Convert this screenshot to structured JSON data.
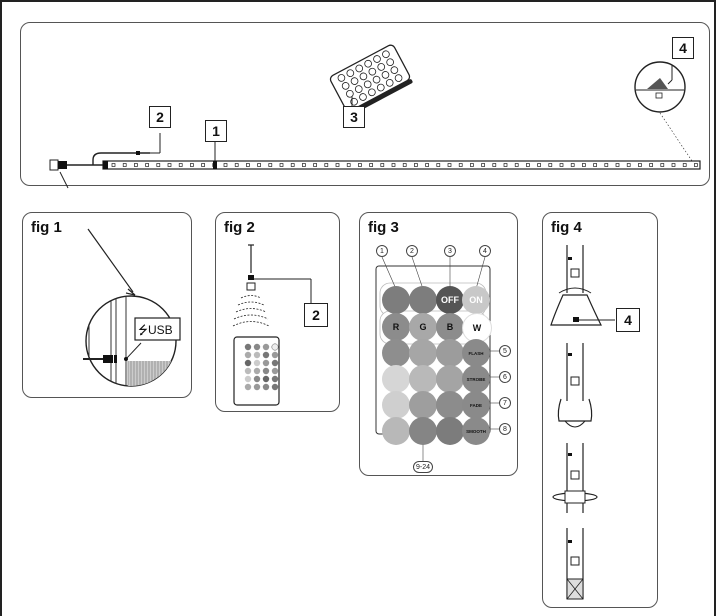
{
  "overview": {
    "callouts": [
      "1",
      "2",
      "3",
      "4"
    ]
  },
  "fig1": {
    "title": "fig 1",
    "usb_label": "USB"
  },
  "fig2": {
    "title": "fig 2",
    "callout": "2"
  },
  "fig3": {
    "title": "fig 3",
    "top_numbers": [
      "1",
      "2",
      "3",
      "4"
    ],
    "side_numbers": [
      "5",
      "6",
      "7",
      "8"
    ],
    "bottom_number": "9-24",
    "row1": [
      {
        "label": "",
        "color": "#7d7d7d"
      },
      {
        "label": "",
        "color": "#7d7d7d"
      },
      {
        "label": "OFF",
        "color": "#555555",
        "text_color": "#ffffff"
      },
      {
        "label": "ON",
        "color": "#c8c8c8",
        "text_color": "#ffffff"
      }
    ],
    "row2": [
      {
        "label": "R",
        "color": "#8c8c8c"
      },
      {
        "label": "G",
        "color": "#a8a8a8"
      },
      {
        "label": "B",
        "color": "#8c8c8c"
      },
      {
        "label": "W",
        "color": "#ffffff"
      }
    ],
    "side_buttons": [
      "FLASH",
      "STROBE",
      "FADE",
      "SMOOTH"
    ],
    "grid_colors": [
      [
        "#8e8e8e",
        "#a6a6a6",
        "#9c9c9c"
      ],
      [
        "#d6d6d6",
        "#b9b9b9",
        "#a4a4a4"
      ],
      [
        "#cfcfcf",
        "#9e9e9e",
        "#8c8c8c"
      ],
      [
        "#b8b8b8",
        "#858585",
        "#7c7c7c"
      ]
    ]
  },
  "fig4": {
    "title": "fig 4",
    "callout": "4"
  }
}
